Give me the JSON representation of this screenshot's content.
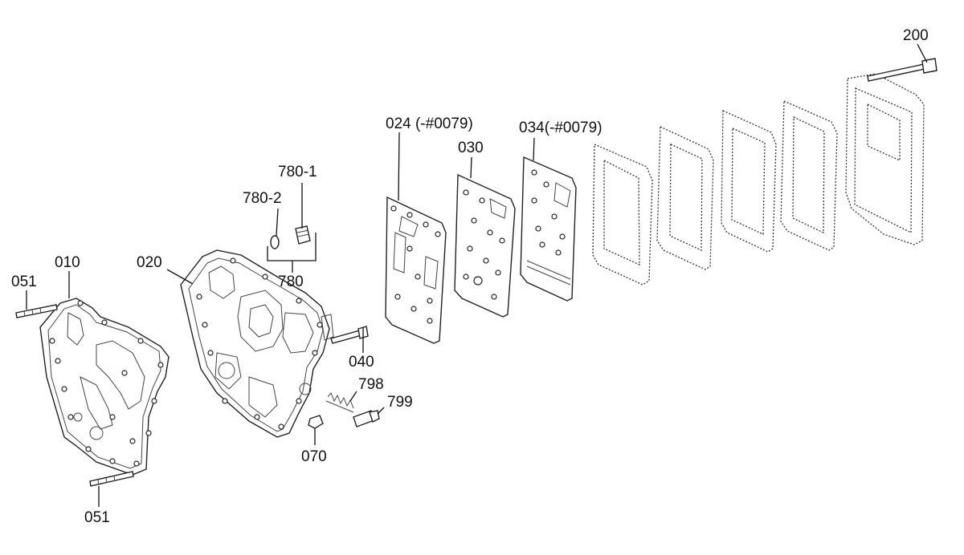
{
  "diagram": {
    "labels": {
      "p200": "200",
      "p024": "024 (-#0079)",
      "p030": "030",
      "p034": "034(-#0079)",
      "p780_1": "780-1",
      "p780_2": "780-2",
      "p780": "780",
      "p020": "020",
      "p010": "010",
      "p051_top": "051",
      "p051_bottom": "051",
      "p040": "040",
      "p798": "798",
      "p799": "799",
      "p070": "070"
    }
  }
}
